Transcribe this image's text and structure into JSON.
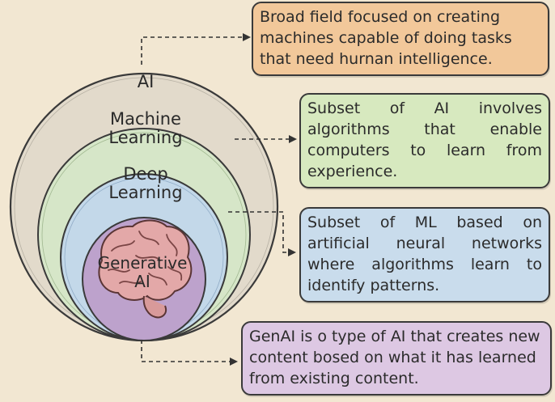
{
  "diagram": {
    "circles": [
      {
        "label": "AI",
        "color": "#d9d2c4"
      },
      {
        "label": "Machine\nLearning",
        "color": "#d6e6c8"
      },
      {
        "label": "Deep\nLearning",
        "color": "#c3d8e9"
      },
      {
        "label": "Generative\nAI",
        "color": "#b79ac8"
      }
    ],
    "labels": {
      "ai": "AI",
      "ml_line1": "Machine",
      "ml_line2": "Learning",
      "dl_line1": "Deep",
      "dl_line2": "Learning",
      "gen_line1": "Generative",
      "gen_line2": "AI"
    },
    "descriptions": {
      "ai": "Broad field focused on creating machines capable of doing tasks that need hurnan intelligence.",
      "ml": "Subset of AI involves algorithms that enable computers to learn from experience.",
      "dl": "Subset of ML based on artificial neural networks where algorithms learn to identify patterns.",
      "gen": "GenAI is o type of AI that creates new content bosed on what it has learned from existing content."
    },
    "colors": {
      "ai_box": "#f2c89a",
      "ml_box": "#d7e9bf",
      "dl_box": "#c9dcec",
      "gen_box": "#ddc8e3",
      "outline": "#3a3a3a",
      "brain": "#e3a8a8"
    },
    "icons": [
      "brain-icon",
      "arrow-right-icon",
      "arrow-down-icon"
    ]
  }
}
